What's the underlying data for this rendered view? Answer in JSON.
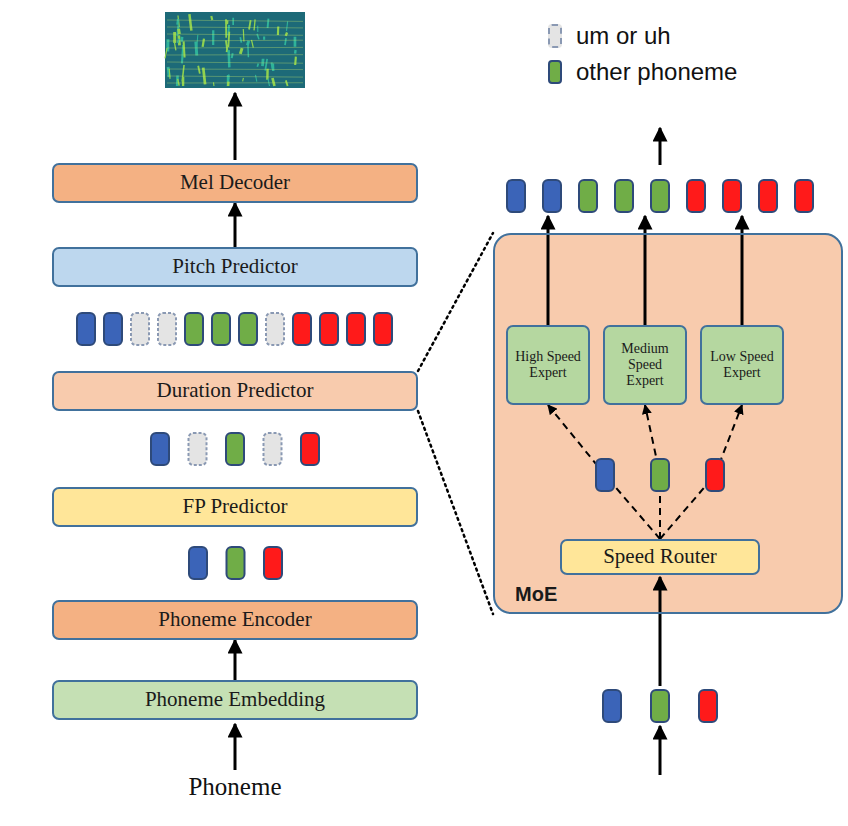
{
  "diagram": {
    "nodes": [
      {
        "text": [
          "Mel Decoder"
        ]
      },
      {
        "text": [
          "Pitch Predictor"
        ]
      },
      {
        "text": [
          "Duration Predictor"
        ]
      },
      {
        "text": [
          "FP Predictor"
        ]
      },
      {
        "text": [
          "Phoneme Encoder"
        ]
      },
      {
        "text": [
          "Phoneme Embedding"
        ]
      },
      {
        "text": [
          "MoE"
        ]
      },
      {
        "text": [
          "High Speed Expert"
        ],
        "in": 6
      },
      {
        "text": [
          "Medium Speed Expert"
        ],
        "in": 6
      },
      {
        "text": [
          "Low Speed Expert"
        ],
        "in": 6
      },
      {
        "text": [
          "Speed Router"
        ],
        "in": 6
      }
    ],
    "edges": [
      {
        "from": 5,
        "to": 4,
        "arrow": "to"
      },
      {
        "from": 1,
        "to": 0,
        "arrow": "to"
      },
      {
        "from": 2,
        "to": 6,
        "arrow": "none"
      },
      {
        "from": 2,
        "to": 6,
        "arrow": "none"
      },
      {
        "from": 10,
        "to": 7,
        "arrow": "to"
      },
      {
        "from": 10,
        "to": 8,
        "arrow": "to"
      },
      {
        "from": 10,
        "to": 9,
        "arrow": "to"
      }
    ],
    "labels": [
      "Phoneme"
    ],
    "legend": [
      {
        "text": "um or uh"
      },
      {
        "text": "other phoneme",
        "color": "#70ad47"
      }
    ]
  }
}
